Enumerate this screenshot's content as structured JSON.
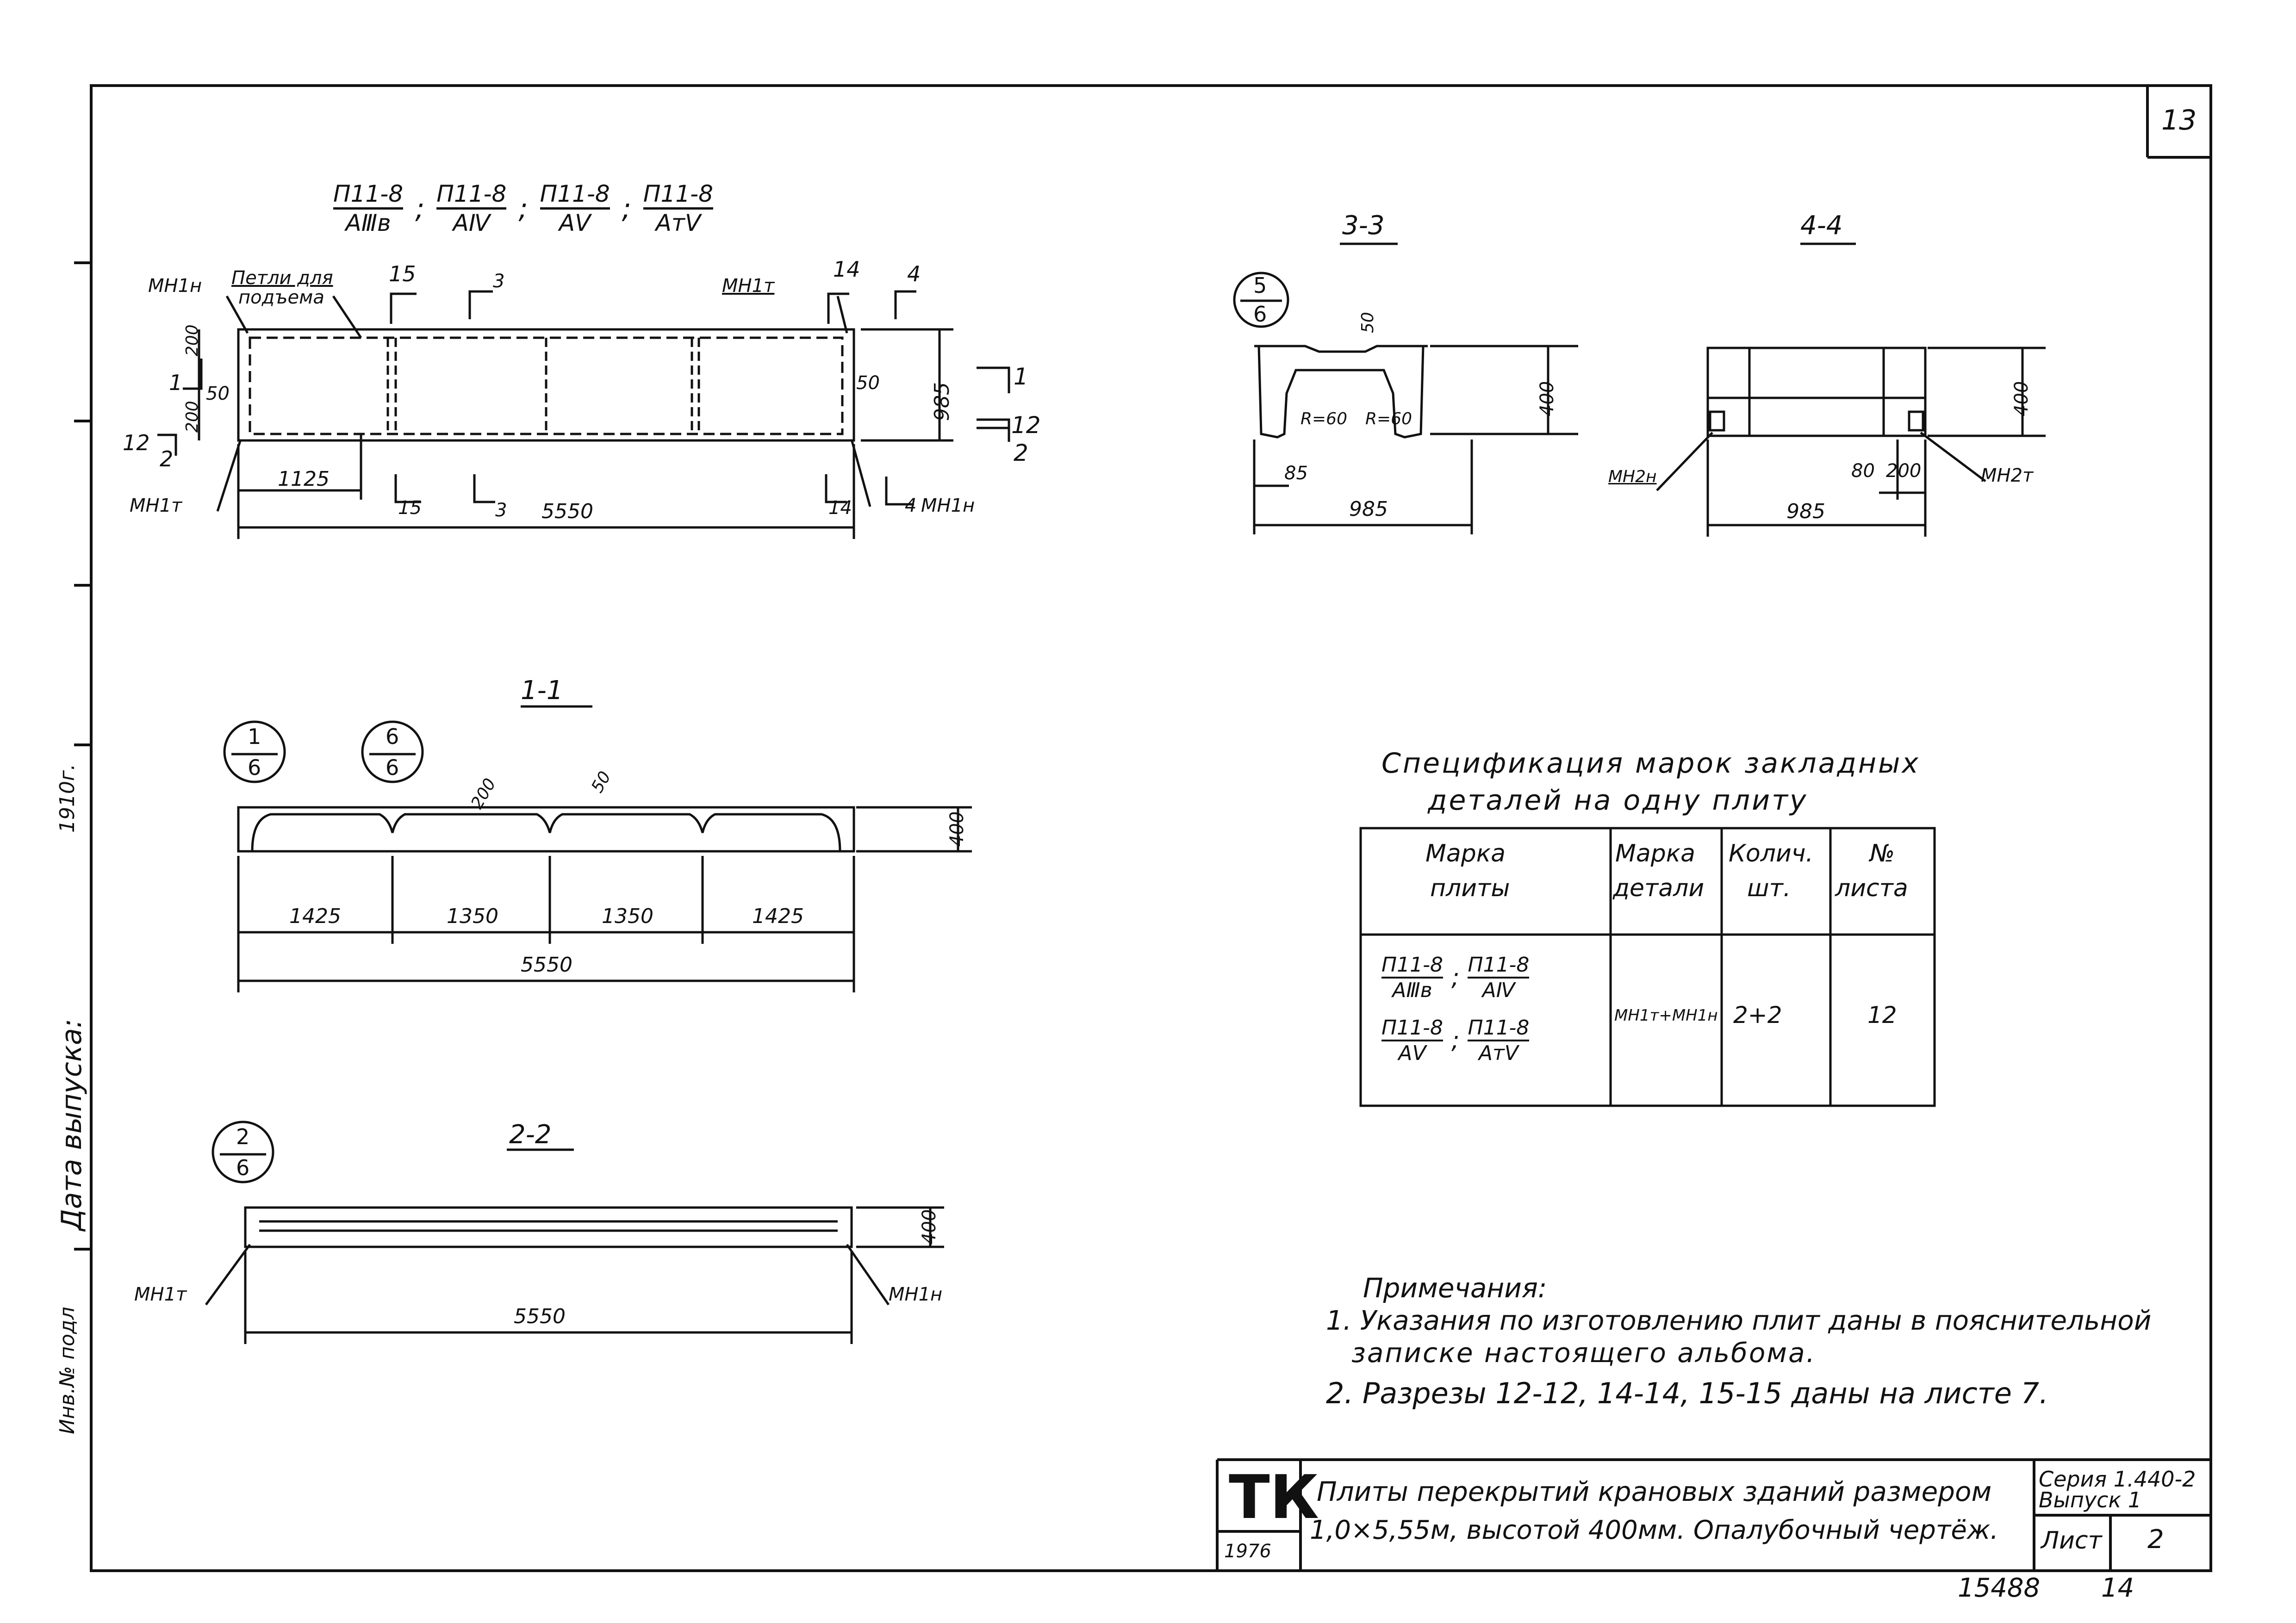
{
  "sheet": {
    "number": "13",
    "bottom_number": "15488",
    "bottom_sheet": "14"
  },
  "left_margin": {
    "label_top": "1910г.",
    "label_mid": "Дата выпуска:",
    "label_bottom": "Инв.№ подл"
  },
  "plan": {
    "marks": [
      {
        "num": "П11-8",
        "den": "АⅢв"
      },
      {
        "num": "П11-8",
        "den": "АⅣ"
      },
      {
        "num": "П11-8",
        "den": "АⅤ"
      },
      {
        "num": "П11-8",
        "den": "АтⅤ"
      }
    ],
    "sep": ";",
    "label_mn1n_top": "МН1н",
    "label_loops": "Петли для",
    "label_loops2": "подъема",
    "label_mn1t_top": "МН1т",
    "label_mn1t_bottom": "МН1т",
    "label_mn1n_bottom": "МН1н",
    "sec15": "15",
    "sec3": "3",
    "sec14": "14",
    "sec4": "4",
    "sec1": "1",
    "sec2": "2",
    "sec12": "12",
    "dim_200a": "200",
    "dim_50a": "50",
    "dim_200b": "200",
    "dim_50b": "50",
    "dim_1125": "1125",
    "dim_5550": "5550",
    "dim_985": "985"
  },
  "sect33": {
    "title": "3-3",
    "callout_num": "5",
    "callout_den": "6",
    "dim_50": "50",
    "dim_400": "400",
    "r1": "R=60",
    "r2": "R=60",
    "dim_85": "85",
    "dim_985": "985"
  },
  "sect44": {
    "title": "4-4",
    "dim_400": "400",
    "label_left": "МН2н",
    "label_right": "МН2т",
    "dim_80": "80",
    "dim_200": "200",
    "dim_985": "985"
  },
  "sect11": {
    "title": "1-1",
    "c1_num": "1",
    "c1_den": "6",
    "c2_num": "6",
    "c2_den": "6",
    "dim_200": "200",
    "dim_50": "50",
    "dim_400": "400",
    "d1": "1425",
    "d2": "1350",
    "d3": "1350",
    "d4": "1425",
    "total": "5550"
  },
  "sect22": {
    "title": "2-2",
    "c_num": "2",
    "c_den": "6",
    "dim_400": "400",
    "label_left": "МН1т",
    "label_right": "МН1н",
    "total": "5550"
  },
  "spec": {
    "title1": "Спецификация марок закладных",
    "title2": "деталей на одну плиту",
    "headers": [
      {
        "l1": "Марка",
        "l2": "плиты"
      },
      {
        "l1": "Марка",
        "l2": "детали"
      },
      {
        "l1": "Колич.",
        "l2": "шт."
      },
      {
        "l1": "№",
        "l2": "листа"
      }
    ],
    "row": {
      "marks": [
        {
          "num": "П11-8",
          "den": "АⅢв"
        },
        {
          "num": "П11-8",
          "den": "АⅣ"
        },
        {
          "num": "П11-8",
          "den": "АⅤ"
        },
        {
          "num": "П11-8",
          "den": "АтⅤ"
        }
      ],
      "detail": "МН1т+МН1н",
      "qty": "2+2",
      "sheet": "12"
    }
  },
  "notes": {
    "title": "Примечания:",
    "n1a": "1. Указания по изготовлению плит даны в пояснительной",
    "n1b": "записке настоящего альбома.",
    "n2": "2. Разрезы 12-12, 14-14, 15-15 даны на листе 7."
  },
  "stamp": {
    "logo": "ТК",
    "year": "1976",
    "title1": "Плиты перекрытий крановых зданий размером",
    "title2": "1,0×5,55м, высотой 400мм. Опалубочный чертёж.",
    "series1": "Серия 1.440-2",
    "series2": "Выпуск 1",
    "sheet_label": "Лист",
    "sheet_value": "2"
  }
}
